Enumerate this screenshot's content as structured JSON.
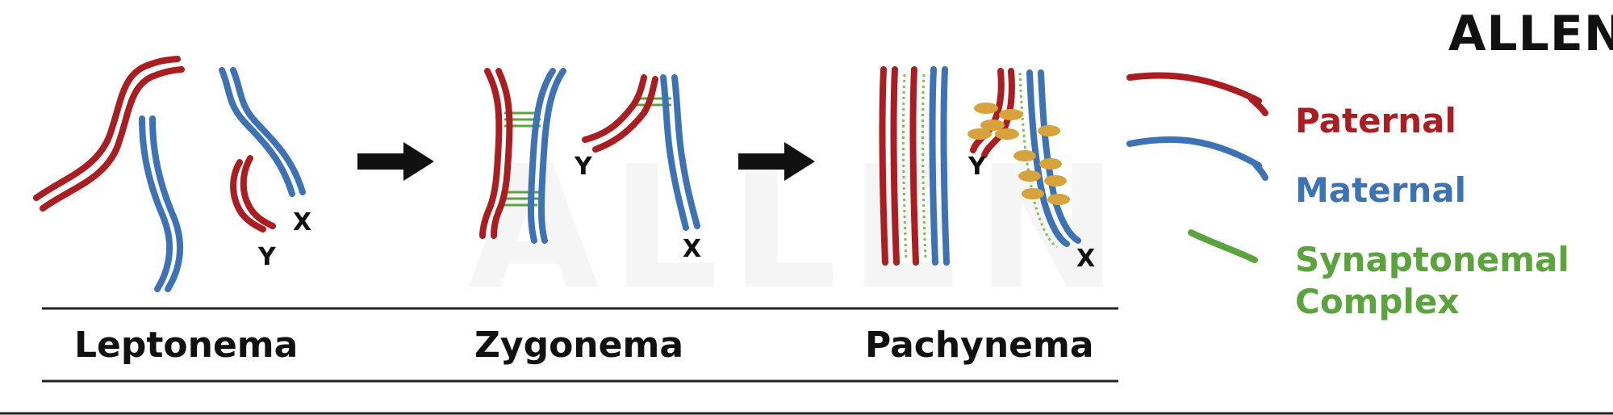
{
  "brand": {
    "logo": "ALLEN"
  },
  "watermark": "ALLEN",
  "stages": [
    {
      "label": "Leptonema",
      "x_label": "X",
      "y_label": "Y"
    },
    {
      "label": "Zygonema",
      "x_label": "X",
      "y_label": "Y"
    },
    {
      "label": "Pachynema",
      "x_label": "X",
      "y_label": "Y"
    }
  ],
  "legend": [
    {
      "label": "Paternal",
      "color": "#aa1d20"
    },
    {
      "label": "Maternal",
      "color": "#3d72b5"
    },
    {
      "label_line1": "Synaptonemal",
      "label_line2": "Complex",
      "color": "#5aa33d"
    }
  ],
  "colors": {
    "paternal": "#aa1d20",
    "maternal": "#3d72b5",
    "synaptonemal": "#5aa33d",
    "recombination_nodule": "#d6a33c",
    "arrow": "#111111"
  },
  "icons": [
    "arrow-right-icon",
    "allen-logo"
  ]
}
